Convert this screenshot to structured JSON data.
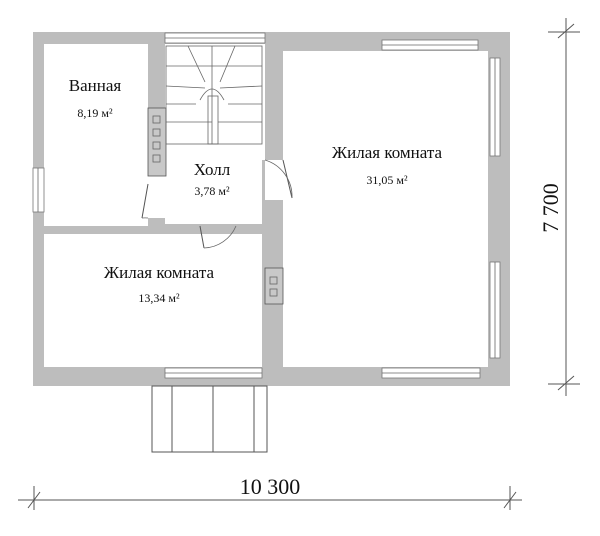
{
  "rooms": [
    {
      "name": "Ванная",
      "area": "8,19 м²"
    },
    {
      "name": "Холл",
      "area": "3,78 м²"
    },
    {
      "name": "Жилая комната",
      "area": "31,05 м²"
    },
    {
      "name": "Жилая комната",
      "area": "13,34 м²"
    }
  ],
  "dimensions": {
    "width": "10 300",
    "height": "7 700"
  }
}
